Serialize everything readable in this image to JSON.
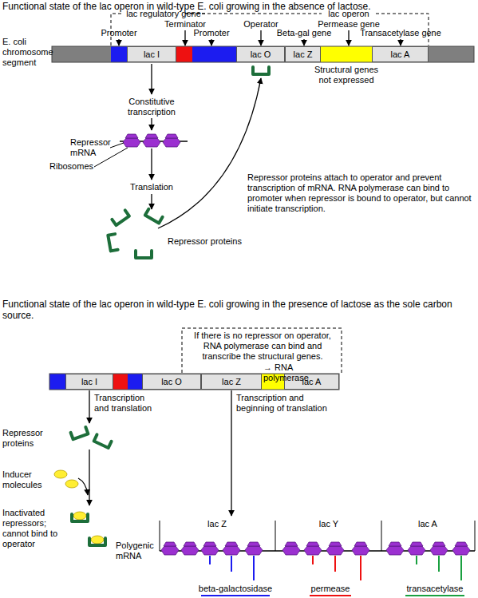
{
  "diagram": {
    "nodes": [
      {
        "text": [
          "lac I"
        ]
      },
      {
        "text": [
          "lac O"
        ]
      },
      {
        "text": [
          "lac Z"
        ]
      },
      {
        "text": [
          "lac A"
        ]
      },
      {
        "text": [
          "lac I"
        ]
      },
      {
        "text": [
          "lac O"
        ]
      },
      {
        "text": [
          "lac Z"
        ]
      },
      {
        "text": [
          "lac A"
        ]
      }
    ],
    "labels": [
      "Functional state of the lac operon in wild-type E. coli growing in the absence of lactose.",
      "lac regulatory gene",
      "lac operon",
      "Promoter",
      "Terminator",
      "Promoter",
      "Operator",
      "Beta-gal gene",
      "Permease gene",
      "Transacetylase gene",
      "E. coli chromosome segment",
      "Structural genes not expressed",
      "Constitutive transcription",
      "Repressor mRNA",
      "Ribosomes",
      "Translation",
      "Repressor proteins",
      "Repressor proteins attach to operator and prevent transcription of mRNA. RNA polymerase can bind to promoter when repressor is bound to operator, but cannot initiate transcription.",
      "Functional state of the lac operon in wild-type E. coli growing in the presence of lactose as the sole carbon source.",
      "If there is no repressor on operator, RNA polymerase can bind and transcribe the structural genes.",
      "→ RNA polymerase",
      "Transcription and translation",
      "Transcription and beginning of translation",
      "Repressor proteins",
      "Inducer molecules",
      "Inactivated repressors; cannot bind to operator",
      "Polygenic mRNA",
      "lac Z",
      "lac Y",
      "lac A",
      "beta-galactosidase",
      "permease",
      "transacetylase"
    ]
  }
}
